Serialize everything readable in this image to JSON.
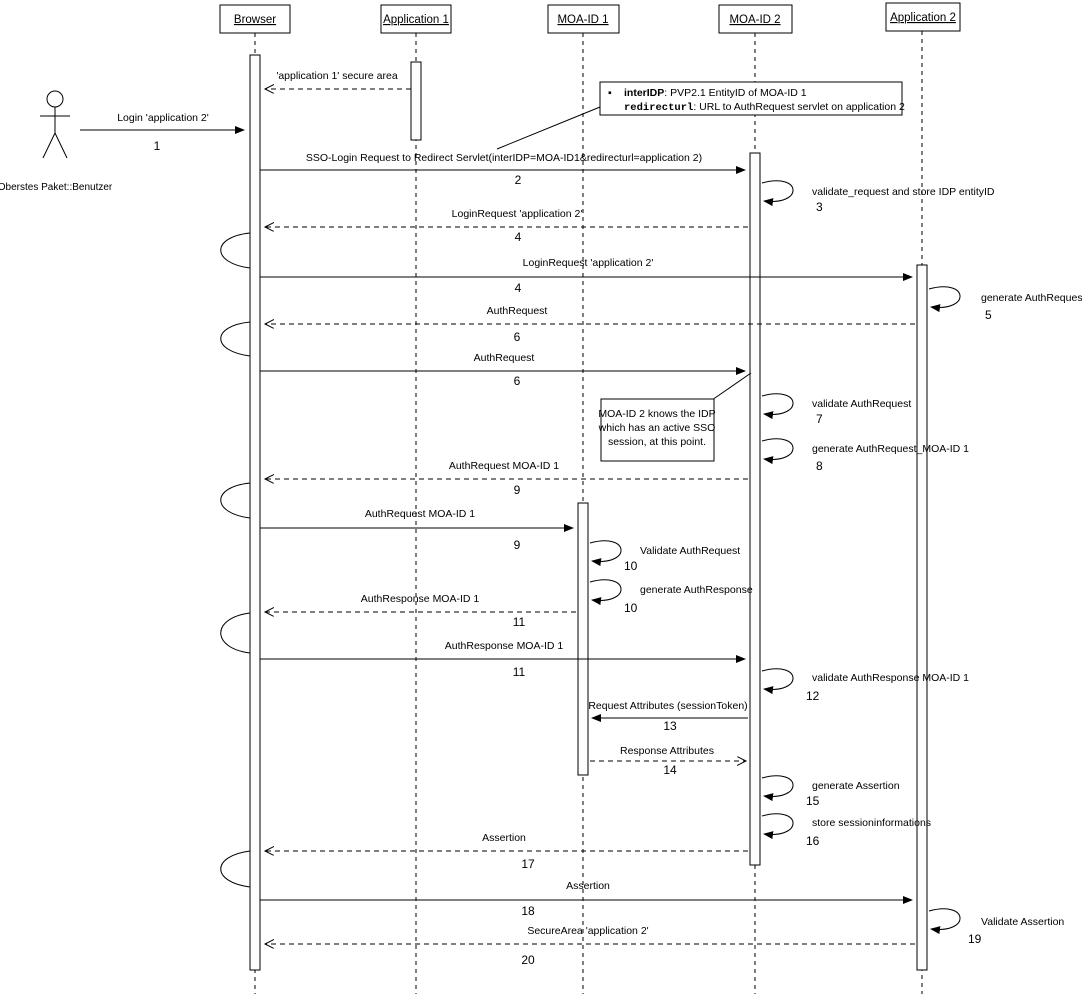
{
  "diagram": {
    "actor": {
      "label": "Oberstes Paket::Benutzer"
    },
    "lifelines": [
      {
        "label": "Browser"
      },
      {
        "label": "Application 1"
      },
      {
        "label": "MOA-ID 1"
      },
      {
        "label": "MOA-ID 2"
      },
      {
        "label": "Application 2"
      }
    ],
    "top_note": {
      "bullet": "▪",
      "key1": "interIDP",
      "rest1": ": PVP2.1 EntityID of MOA-ID 1",
      "key2": "redirecturl",
      "rest2": ": URL to AuthRequest servlet on application 2"
    },
    "sso_note": {
      "line1": "MOA-ID 2 knows the IDP",
      "line2": "which has an active SSO",
      "line3": "session, at this point."
    },
    "messages": [
      {
        "id": "login",
        "label": "Login 'application 2'",
        "num": "1"
      },
      {
        "id": "app1-secure-area",
        "label": "'application 1' secure area",
        "num": ""
      },
      {
        "id": "sso-login-request",
        "label": "SSO-Login Request to Redirect Servlet(interIDP=MOA-ID1&redirecturl=application 2)",
        "num": "2"
      },
      {
        "id": "validate-request-store",
        "label": "validate_request and store IDP entityID",
        "num": "3"
      },
      {
        "id": "login-request-return",
        "label": "LoginRequest 'application 2'",
        "num": "4"
      },
      {
        "id": "login-request-forward",
        "label": "LoginRequest 'application 2'",
        "num": "4"
      },
      {
        "id": "generate-authrequest",
        "label": "generate AuthRequest",
        "num": "5"
      },
      {
        "id": "authrequest-return",
        "label": "AuthRequest",
        "num": "6"
      },
      {
        "id": "authrequest-forward",
        "label": "AuthRequest",
        "num": "6"
      },
      {
        "id": "validate-authrequest",
        "label": "validate AuthRequest",
        "num": "7"
      },
      {
        "id": "generate-authrequest-moaid1",
        "label": "generate AuthRequest_MOA-ID 1",
        "num": "8"
      },
      {
        "id": "authrequest-moaid1-return",
        "label": "AuthRequest MOA-ID 1",
        "num": "9"
      },
      {
        "id": "authrequest-moaid1-forward",
        "label": "AuthRequest MOA-ID 1",
        "num": "9"
      },
      {
        "id": "validate-authrequest-moaid1",
        "label": "Validate AuthRequest",
        "num": "10"
      },
      {
        "id": "generate-authresponse",
        "label": "generate AuthResponse",
        "num": "10"
      },
      {
        "id": "authresponse-moaid1-return",
        "label": "AuthResponse MOA-ID 1",
        "num": "11"
      },
      {
        "id": "authresponse-moaid1-forward",
        "label": "AuthResponse MOA-ID 1",
        "num": "11"
      },
      {
        "id": "validate-authresponse-moaid1",
        "label": "validate AuthResponse MOA-ID 1",
        "num": "12"
      },
      {
        "id": "request-attributes",
        "label": "Request Attributes (sessionToken)",
        "num": "13"
      },
      {
        "id": "response-attributes",
        "label": "Response Attributes",
        "num": "14"
      },
      {
        "id": "generate-assertion",
        "label": "generate Assertion",
        "num": "15"
      },
      {
        "id": "store-sessioninformations",
        "label": "store sessioninformations",
        "num": "16"
      },
      {
        "id": "assertion-return",
        "label": "Assertion",
        "num": "17"
      },
      {
        "id": "assertion-forward",
        "label": "Assertion",
        "num": "18"
      },
      {
        "id": "validate-assertion",
        "label": "Validate Assertion",
        "num": "19"
      },
      {
        "id": "secure-area-return",
        "label": "SecureArea 'application 2'",
        "num": "20"
      }
    ]
  }
}
